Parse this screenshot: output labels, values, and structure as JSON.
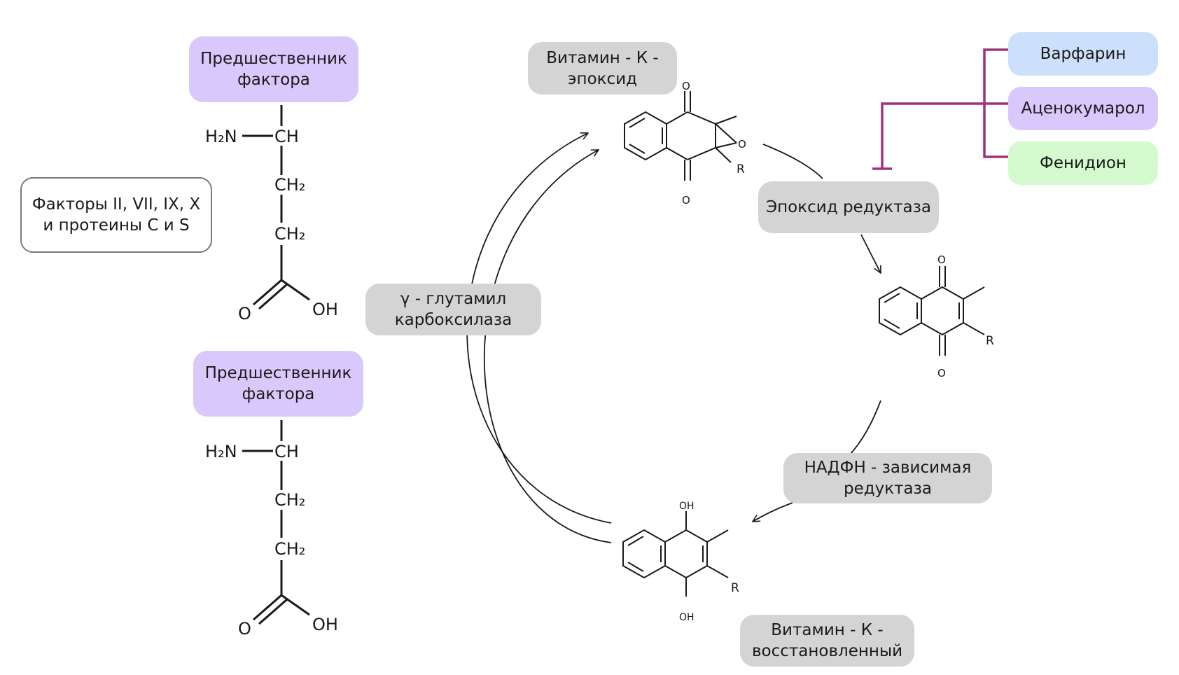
{
  "boxes": {
    "precursor_top": [
      "Предшественник",
      "фактора"
    ],
    "precursor_bottom": [
      "Предшественник",
      "фактора"
    ],
    "factors": [
      "Факторы II, VII, IX, X",
      "и протеины C и S"
    ],
    "epoxide": [
      "Витамин - К -",
      "эпоксид"
    ],
    "carboxylase": [
      "γ - глутамил",
      "карбоксилаза"
    ],
    "epoxide_reductase": "Эпоксид редуктаза",
    "nadph_reductase": [
      "НАДФН - зависимая",
      "редуктаза"
    ],
    "reduced": [
      "Витамин - К -",
      "восстановленный"
    ],
    "warfarin": "Варфарин",
    "acenocoumarol": "Аценокумарол",
    "phenindione": "Фенидион"
  },
  "amino_acid": {
    "amine": "H₂N",
    "ch": "CH",
    "ch2": "CH₂",
    "carbonyl_o": "O",
    "hydroxyl": "OH"
  },
  "molecule_labels": {
    "oxygen": "O",
    "epoxide_oxygen": "O",
    "r_group": "R",
    "hydroxyl": "OH"
  },
  "colors": {
    "process_box": "#d4d4d4",
    "precursor_box": "#d9c8fb",
    "warfarin_box": "#cce0fb",
    "acenocoumarol_box": "#d9c8fb",
    "phenindione_box": "#d4f9cf",
    "inhibitor_line": "#a3317a"
  }
}
